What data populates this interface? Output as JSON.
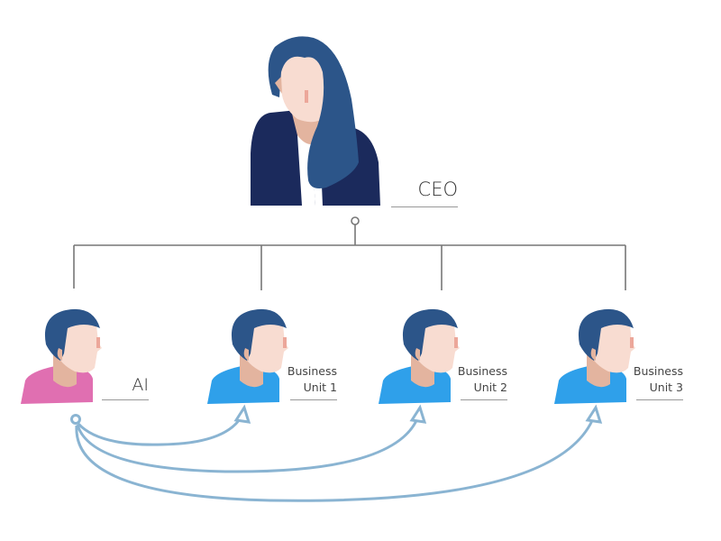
{
  "ceo": {
    "label": "CEO"
  },
  "ai": {
    "label": "AI"
  },
  "units": [
    {
      "line1": "Business",
      "line2": "Unit 1"
    },
    {
      "line1": "Business",
      "line2": "Unit 2"
    },
    {
      "line1": "Business",
      "line2": "Unit 3"
    }
  ],
  "colors": {
    "hair": "#2c5589",
    "jacket": "#1b2a5c",
    "skin": "#f8dcd1",
    "neck": "#e3b49f",
    "nose": "#eca79a",
    "ai_shirt": "#e06fb1",
    "bu_shirt": "#2fa0ea",
    "connector": "#777777",
    "arrow": "#8ab4d2"
  }
}
